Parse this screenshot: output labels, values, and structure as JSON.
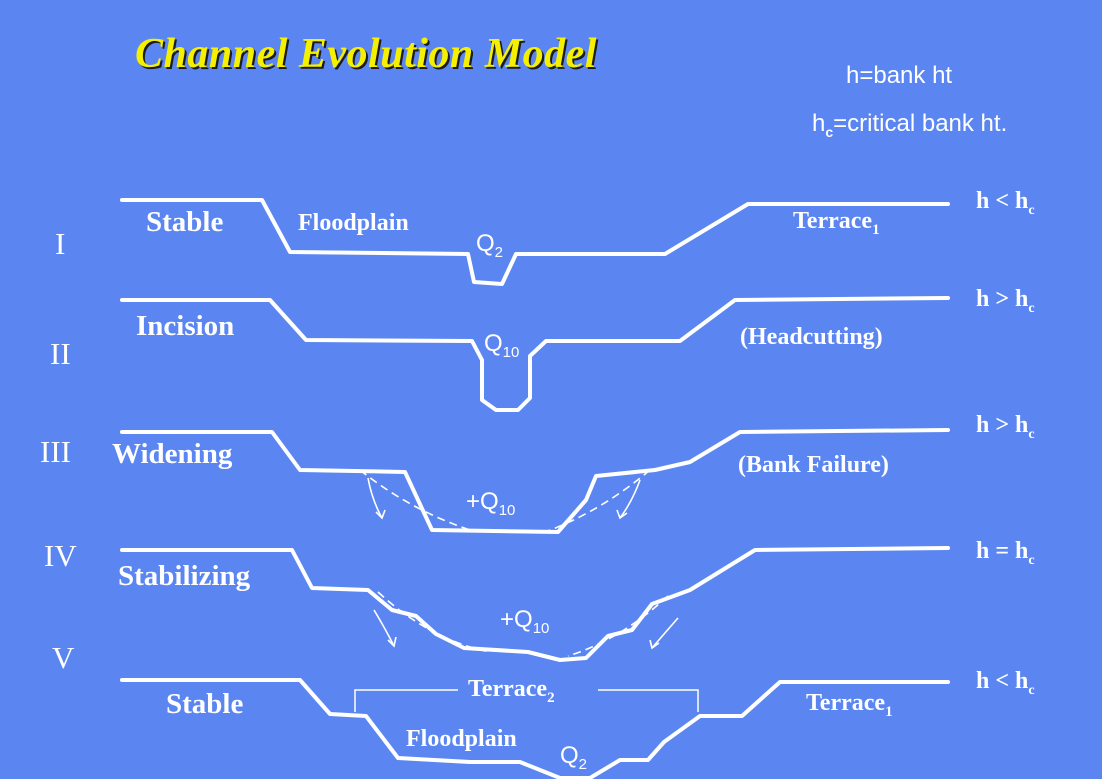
{
  "title": "Channel Evolution Model",
  "legend": {
    "bank_height": "h=bank ht",
    "critical_prefix": "h",
    "critical_sub": "c",
    "critical_rest": "=critical bank ht."
  },
  "stages": [
    {
      "numeral": "I",
      "name": "Stable",
      "labels": [
        {
          "text": "Floodplain",
          "sub": ""
        },
        {
          "text": "Terrace",
          "sub": "1"
        }
      ],
      "flow": {
        "text": "Q",
        "sub": "2"
      },
      "relation": {
        "lhs": "h < h",
        "sub": "c"
      }
    },
    {
      "numeral": "II",
      "name": "Incision",
      "labels": [
        {
          "text": "(Headcutting)",
          "sub": ""
        }
      ],
      "flow": {
        "text": "Q",
        "sub": "10"
      },
      "relation": {
        "lhs": "h > h",
        "sub": "c"
      }
    },
    {
      "numeral": "III",
      "name": "Widening",
      "labels": [
        {
          "text": "(Bank Failure)",
          "sub": ""
        }
      ],
      "flow": {
        "text": "+Q",
        "sub": "10"
      },
      "relation": {
        "lhs": "h > h",
        "sub": "c"
      }
    },
    {
      "numeral": "IV",
      "name": "Stabilizing",
      "labels": [],
      "flow": {
        "text": "+Q",
        "sub": "10"
      },
      "relation": {
        "lhs": "h = h",
        "sub": "c"
      }
    },
    {
      "numeral": "V",
      "name": "Stable",
      "labels": [
        {
          "text": "Terrace",
          "sub": "2"
        },
        {
          "text": "Floodplain",
          "sub": ""
        },
        {
          "text": "Terrace",
          "sub": "1"
        }
      ],
      "flow": {
        "text": "Q",
        "sub": "2"
      },
      "relation": {
        "lhs": "h < h",
        "sub": "c"
      }
    }
  ]
}
